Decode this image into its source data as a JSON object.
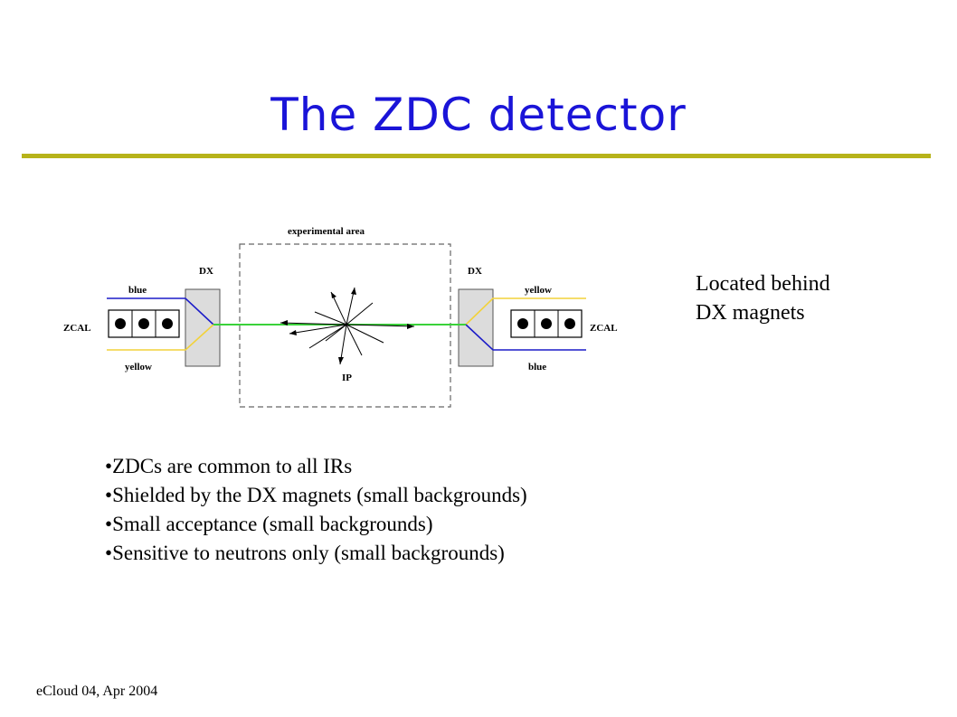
{
  "slide": {
    "title": "The ZDC detector",
    "note_line1": "Located behind",
    "note_line2": "DX magnets",
    "bullet_char": "•",
    "bullets": [
      "ZDCs are common to all IRs",
      "Shielded by the DX magnets (small backgrounds)",
      "Small acceptance (small backgrounds)",
      "Sensitive to neutrons only (small backgrounds)"
    ],
    "footer": "eCloud 04, Apr 2004"
  },
  "diagram": {
    "label_experimental_area": "experimental area",
    "label_dx_left": "DX",
    "label_dx_right": "DX",
    "label_blue_left": "blue",
    "label_yellow_left": "yellow",
    "label_yellow_right": "yellow",
    "label_blue_right": "blue",
    "label_zcal_left": "ZCAL",
    "label_zcal_right": "ZCAL",
    "label_ip": "IP"
  },
  "colors": {
    "title": "#1a14d8",
    "rule": "#b7b31a",
    "blue_beam": "#1c1cc8",
    "yellow_beam": "#f2d23a",
    "green_beam": "#3ad23a",
    "dx_fill": "#dcdcdc"
  }
}
